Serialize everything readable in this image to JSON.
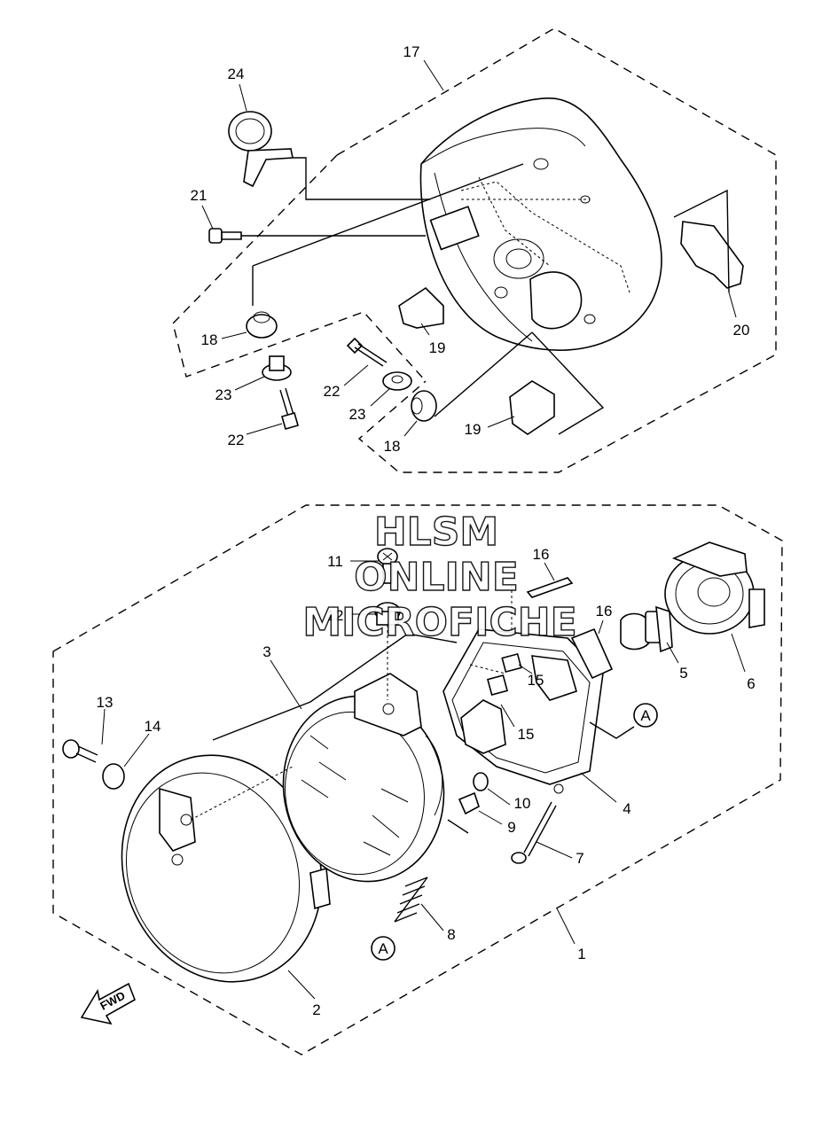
{
  "watermark": {
    "line1": "HLSM",
    "line2": "ONLINE",
    "line3": "MICROFICHE"
  },
  "fwd_label": "FWD",
  "ref_marker": "A",
  "callouts": {
    "c1": "1",
    "c2": "2",
    "c3": "3",
    "c4": "4",
    "c5": "5",
    "c6": "6",
    "c7": "7",
    "c8": "8",
    "c9": "9",
    "c10": "10",
    "c11": "11",
    "c12": "12",
    "c13": "13",
    "c14": "14",
    "c15a": "15",
    "c15b": "15",
    "c16a": "16",
    "c16b": "16",
    "c17": "17",
    "c18a": "18",
    "c18b": "18",
    "c19a": "19",
    "c19b": "19",
    "c20": "20",
    "c21": "21",
    "c22a": "22",
    "c22b": "22",
    "c23a": "23",
    "c23b": "23",
    "c24": "24"
  }
}
